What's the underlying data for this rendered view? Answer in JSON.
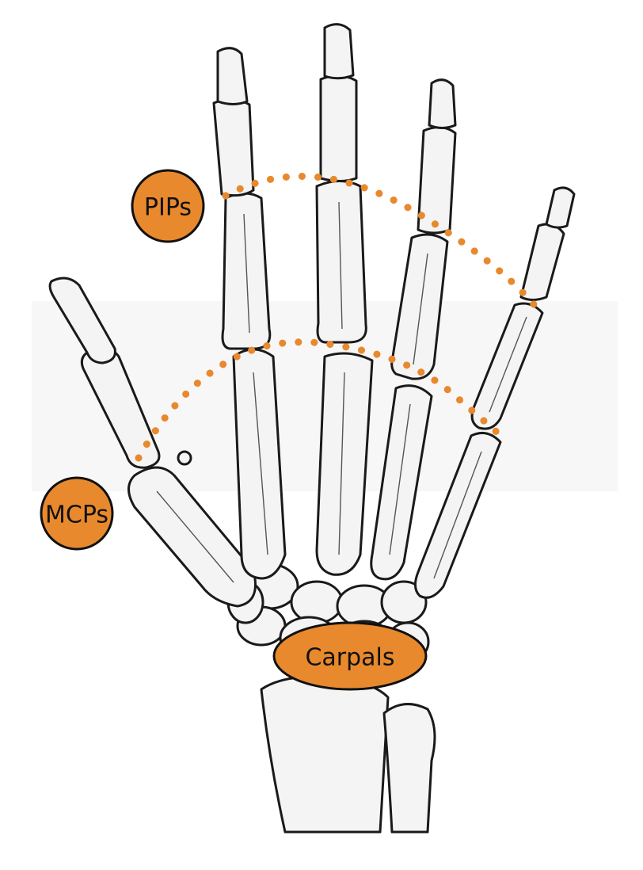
{
  "labels": {
    "pips": "PIPs",
    "mcps": "MCPs",
    "carpals": "Carpals"
  },
  "colors": {
    "accent": "#e8892e",
    "bone_fill": "#f4f4f4",
    "bone_outline": "#1a1a1a",
    "background": "#ffffff"
  }
}
